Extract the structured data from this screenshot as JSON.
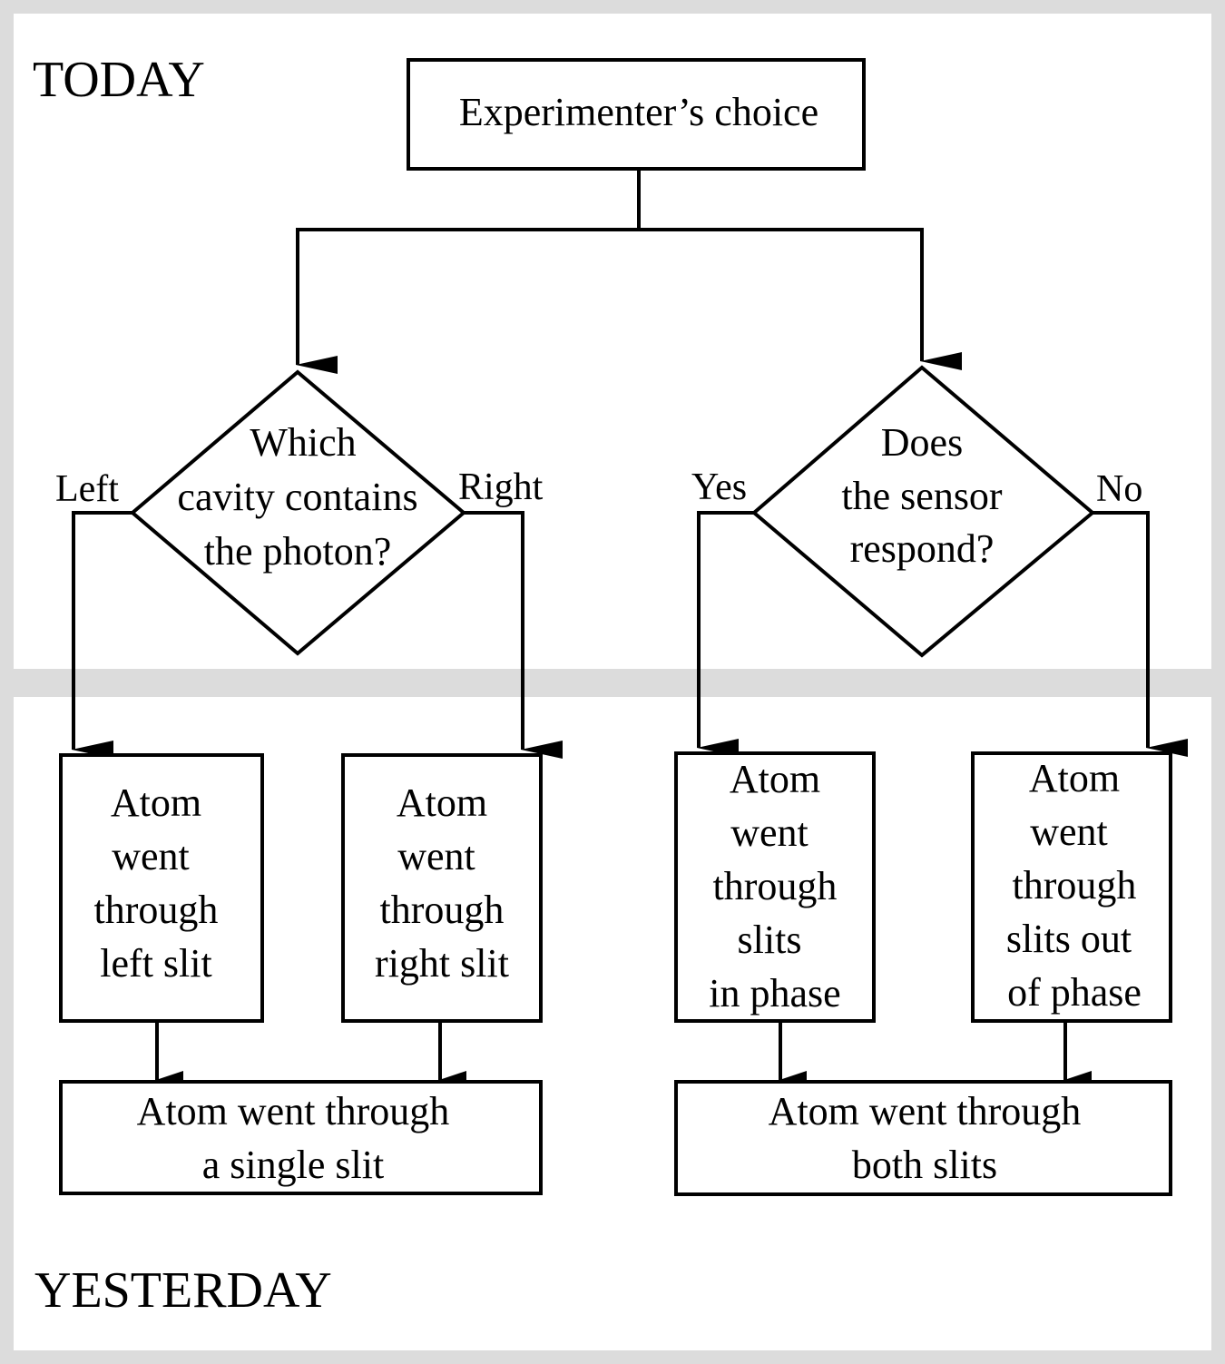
{
  "panels": {
    "today_label": "TODAY",
    "yesterday_label": "YESTERDAY"
  },
  "nodes": {
    "choice": [
      "Experimenter’s choice"
    ],
    "which_cavity": [
      "Which",
      "cavity contains",
      "the photon?"
    ],
    "sensor": [
      "Does",
      "the sensor",
      "respond?"
    ],
    "left_slit": [
      "Atom",
      "went",
      "through",
      "left slit"
    ],
    "right_slit": [
      "Atom",
      "went",
      "through",
      "right slit"
    ],
    "in_phase": [
      "Atom",
      "went",
      "through",
      "slits",
      "in phase"
    ],
    "out_phase": [
      "Atom",
      "went",
      "through",
      "slits out",
      "of phase"
    ],
    "single_slit": [
      "Atom went through",
      "a single slit"
    ],
    "both_slits": [
      "Atom went through",
      "both slits"
    ]
  },
  "edge_labels": {
    "left": "Left",
    "right": "Right",
    "yes": "Yes",
    "no": "No"
  },
  "colors": {
    "frame": "#dcdcdc",
    "stroke": "#000000",
    "background": "#ffffff"
  }
}
